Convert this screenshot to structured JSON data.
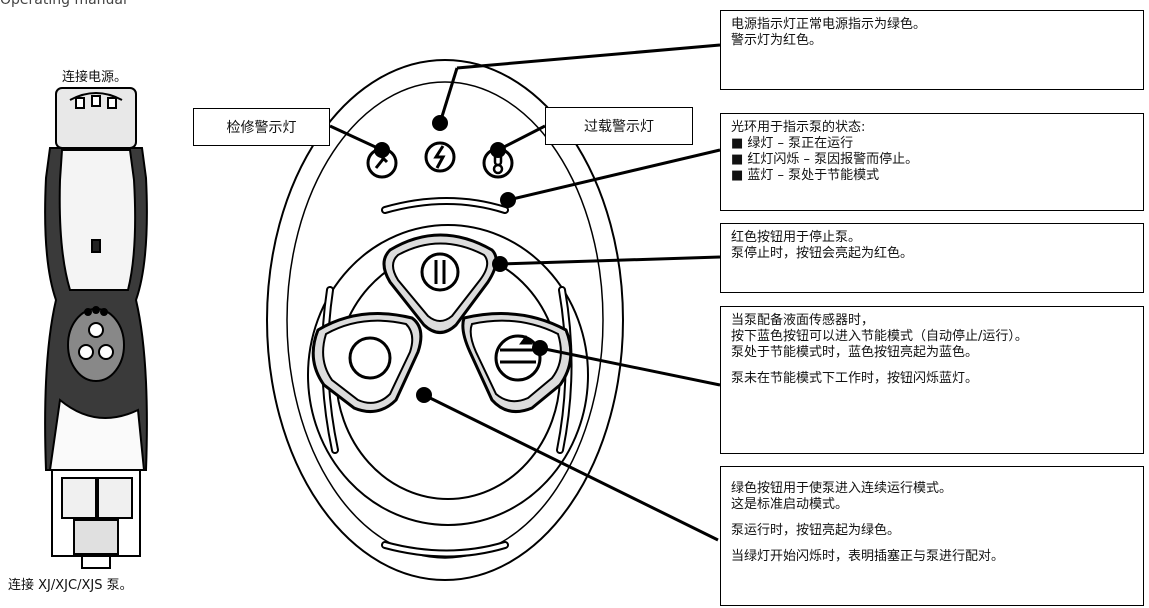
{
  "partial_heading": "Operating manual",
  "device": {
    "caption_top": "连接电源。",
    "caption_bottom": "连接 XJ/XJC/XJS 泵。"
  },
  "labels": {
    "service_light": "检修警示灯",
    "overload_light": "过载警示灯"
  },
  "notes": {
    "power": [
      "电源指示灯正常电源指示为绿色。",
      "警示灯为红色。"
    ],
    "ring": [
      "光环用于指示泵的状态:",
      "■ 绿灯 – 泵正在运行",
      "■ 红灯闪烁 – 泵因报警而停止。",
      "■ 蓝灯 – 泵处于节能模式"
    ],
    "red_button": [
      "红色按钮用于停止泵。",
      "泵停止时，按钮会亮起为红色。"
    ],
    "blue_button": [
      "当泵配备液面传感器时，",
      "按下蓝色按钮可以进入节能模式（自动停止/运行）。",
      "泵处于节能模式时，蓝色按钮亮起为蓝色。",
      "泵未在节能模式下工作时，按钮闪烁蓝灯。"
    ],
    "green_button": [
      "绿色按钮用于使泵进入连续运行模式。",
      "这是标准启动模式。",
      "泵运行时，按钮亮起为绿色。",
      "当绿灯开始闪烁时，表明插塞正与泵进行配对。"
    ]
  }
}
